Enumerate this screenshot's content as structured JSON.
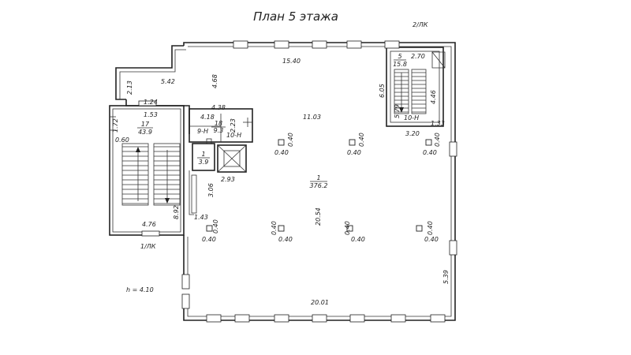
{
  "title": "План 5 этажа",
  "stair_marks": {
    "top": "2/ЛК",
    "bottom": "1/ЛК"
  },
  "height_note": "h = 4.10",
  "dimensions": {
    "top_wall": "15.40",
    "bottom_wall": "20.01",
    "hall_height": "11.03",
    "hall_depth": "20.54",
    "right_lower": "5.39",
    "left_wing_top": "5.42",
    "left_wing_side": "2.13",
    "left_wing_vert": "4.68",
    "d_124": "1.24",
    "d_153": "1.53",
    "d_438": "4.38",
    "d_418": "4.18",
    "d_223": "2.23",
    "d_172": "1.72",
    "d_060": "0.60",
    "d_293": "2.93",
    "d_306": "3.06",
    "d_143": "1.43",
    "d_892": "8.92",
    "d_476": "4.76",
    "d_270": "2.70",
    "d_605": "6.05",
    "d_579": "5.79",
    "d_446": "4.46",
    "d_320": "3.20",
    "d_133": "1.33"
  },
  "rooms": {
    "hall": {
      "num": "1",
      "area": "376.2"
    },
    "stair_left": {
      "num": "17",
      "area": "43.9"
    },
    "wc_9n": {
      "num": "18",
      "area": "9.3",
      "tag_a": "9-Н",
      "tag_b": "10-Н"
    },
    "shaft": {
      "num": "1",
      "area": "3.9"
    },
    "stair_right": {
      "num": "5",
      "area": "15.8",
      "tag": "10-Н"
    }
  },
  "columns": [
    {
      "dim_a": "0.40",
      "dim_b": "0.40"
    },
    {
      "dim_a": "0.40",
      "dim_b": "0.40"
    },
    {
      "dim_a": "0.40",
      "dim_b": "0.40"
    },
    {
      "dim_a": "0.40",
      "dim_b": "0.40"
    },
    {
      "dim_a": "0.40",
      "dim_b": "0.40"
    },
    {
      "dim_a": "0.40",
      "dim_b": "0.40"
    },
    {
      "dim_a": "0.40",
      "dim_b": "0.40"
    }
  ]
}
